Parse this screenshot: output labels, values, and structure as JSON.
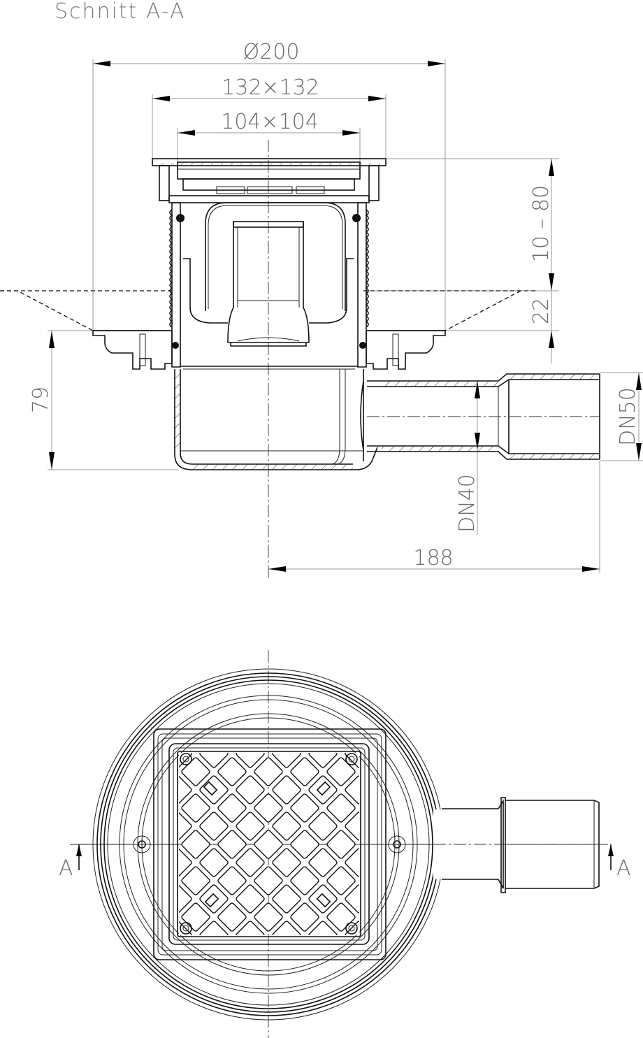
{
  "drawing": {
    "title": "Schnitt A-A",
    "section_view": {
      "dimensions": {
        "outer_diameter": "Ø200",
        "frame_size": "132×132",
        "grate_size": "104×104",
        "height_adjust_range": "10 – 80",
        "floor_offset": "22",
        "body_height": "79",
        "outlet_inner": "DN40",
        "outlet_outer": "DN50",
        "outlet_length": "188"
      }
    },
    "plan_view": {
      "section_marker_left": "A",
      "section_marker_right": "A"
    },
    "colors": {
      "line": "#111111",
      "dimension_line": "#9a9a9a",
      "dimension_text": "#6b6b6b",
      "background": "#ffffff"
    }
  }
}
